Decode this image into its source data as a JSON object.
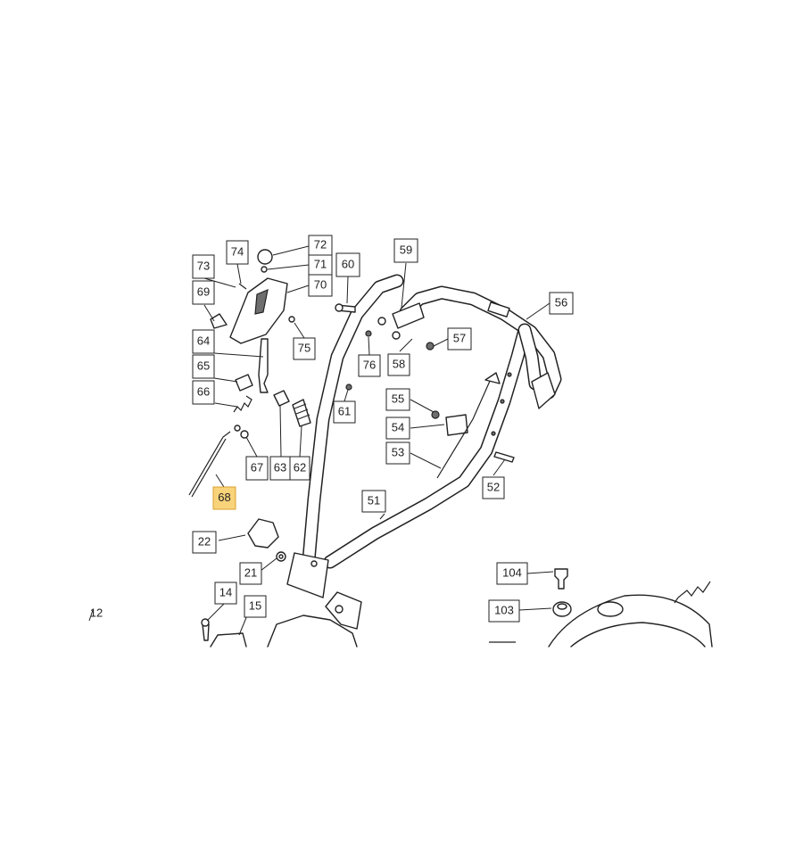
{
  "diagram": {
    "highlight_color": "#f9d37a",
    "highlighted_part": "68",
    "callouts": [
      {
        "id": "12",
        "label": "12"
      },
      {
        "id": "14",
        "label": "14"
      },
      {
        "id": "15",
        "label": "15"
      },
      {
        "id": "21",
        "label": "21"
      },
      {
        "id": "22",
        "label": "22"
      },
      {
        "id": "51",
        "label": "51"
      },
      {
        "id": "52",
        "label": "52"
      },
      {
        "id": "53",
        "label": "53"
      },
      {
        "id": "54",
        "label": "54"
      },
      {
        "id": "55",
        "label": "55"
      },
      {
        "id": "56",
        "label": "56"
      },
      {
        "id": "57",
        "label": "57"
      },
      {
        "id": "58",
        "label": "58"
      },
      {
        "id": "59",
        "label": "59"
      },
      {
        "id": "60",
        "label": "60"
      },
      {
        "id": "61",
        "label": "61"
      },
      {
        "id": "62",
        "label": "62"
      },
      {
        "id": "63",
        "label": "63"
      },
      {
        "id": "64",
        "label": "64"
      },
      {
        "id": "65",
        "label": "65"
      },
      {
        "id": "66",
        "label": "66"
      },
      {
        "id": "67",
        "label": "67"
      },
      {
        "id": "68",
        "label": "68"
      },
      {
        "id": "69",
        "label": "69"
      },
      {
        "id": "70",
        "label": "70"
      },
      {
        "id": "71",
        "label": "71"
      },
      {
        "id": "72",
        "label": "72"
      },
      {
        "id": "73",
        "label": "73"
      },
      {
        "id": "74",
        "label": "74"
      },
      {
        "id": "75",
        "label": "75"
      },
      {
        "id": "76",
        "label": "76"
      },
      {
        "id": "103",
        "label": "103"
      },
      {
        "id": "104",
        "label": "104"
      }
    ]
  }
}
